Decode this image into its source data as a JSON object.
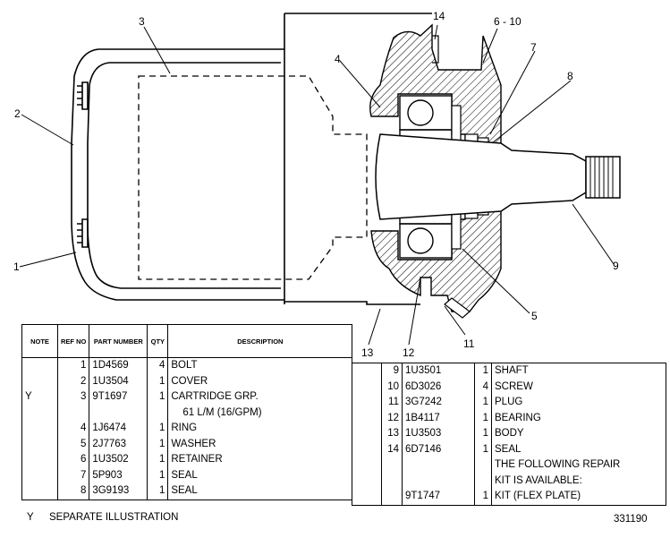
{
  "diagram": {
    "callouts": [
      "14",
      "6 - 10",
      "3",
      "4",
      "7",
      "8",
      "2",
      "9",
      "1",
      "5",
      "13",
      "12",
      "11"
    ]
  },
  "parts_table": {
    "headers": {
      "note": "NOTE",
      "ref_no": "REF NO",
      "part_number": "PART NUMBER",
      "qty": "QTY",
      "description": "DESCRIPTION"
    },
    "left_rows": [
      {
        "note": "",
        "ref": "1",
        "part": "1D4569",
        "qty": "4",
        "desc": "BOLT"
      },
      {
        "note": "",
        "ref": "2",
        "part": "1U3504",
        "qty": "1",
        "desc": "COVER"
      },
      {
        "note": "Y",
        "ref": "3",
        "part": "9T1697",
        "qty": "1",
        "desc": "CARTRIDGE GRP."
      },
      {
        "note": "",
        "ref": "",
        "part": "",
        "qty": "",
        "desc": "61 L/M (16/GPM)"
      },
      {
        "note": "",
        "ref": "4",
        "part": "1J6474",
        "qty": "1",
        "desc": "RING"
      },
      {
        "note": "",
        "ref": "5",
        "part": "2J7763",
        "qty": "1",
        "desc": "WASHER"
      },
      {
        "note": "",
        "ref": "6",
        "part": "1U3502",
        "qty": "1",
        "desc": "RETAINER"
      },
      {
        "note": "",
        "ref": "7",
        "part": "5P903",
        "qty": "1",
        "desc": "SEAL"
      },
      {
        "note": "",
        "ref": "8",
        "part": "3G9193",
        "qty": "1",
        "desc": "SEAL"
      }
    ],
    "right_rows": [
      {
        "ref": "9",
        "part": "1U3501",
        "qty": "1",
        "desc": "SHAFT"
      },
      {
        "ref": "10",
        "part": "6D3026",
        "qty": "4",
        "desc": "SCREW"
      },
      {
        "ref": "11",
        "part": "3G7242",
        "qty": "1",
        "desc": "PLUG"
      },
      {
        "ref": "12",
        "part": "1B4117",
        "qty": "1",
        "desc": "BEARING"
      },
      {
        "ref": "13",
        "part": "1U3503",
        "qty": "1",
        "desc": "BODY"
      },
      {
        "ref": "14",
        "part": "6D7146",
        "qty": "1",
        "desc": "SEAL"
      },
      {
        "ref": "",
        "part": "",
        "qty": "",
        "desc": "THE FOLLOWING REPAIR"
      },
      {
        "ref": "",
        "part": "",
        "qty": "",
        "desc": "KIT IS AVAILABLE:"
      },
      {
        "ref": "",
        "part": "9T1747",
        "qty": "1",
        "desc": "KIT (FLEX PLATE)"
      }
    ]
  },
  "footer": {
    "note_symbol": "Y",
    "note_text": "SEPARATE ILLUSTRATION",
    "illustration_number": "331190"
  }
}
